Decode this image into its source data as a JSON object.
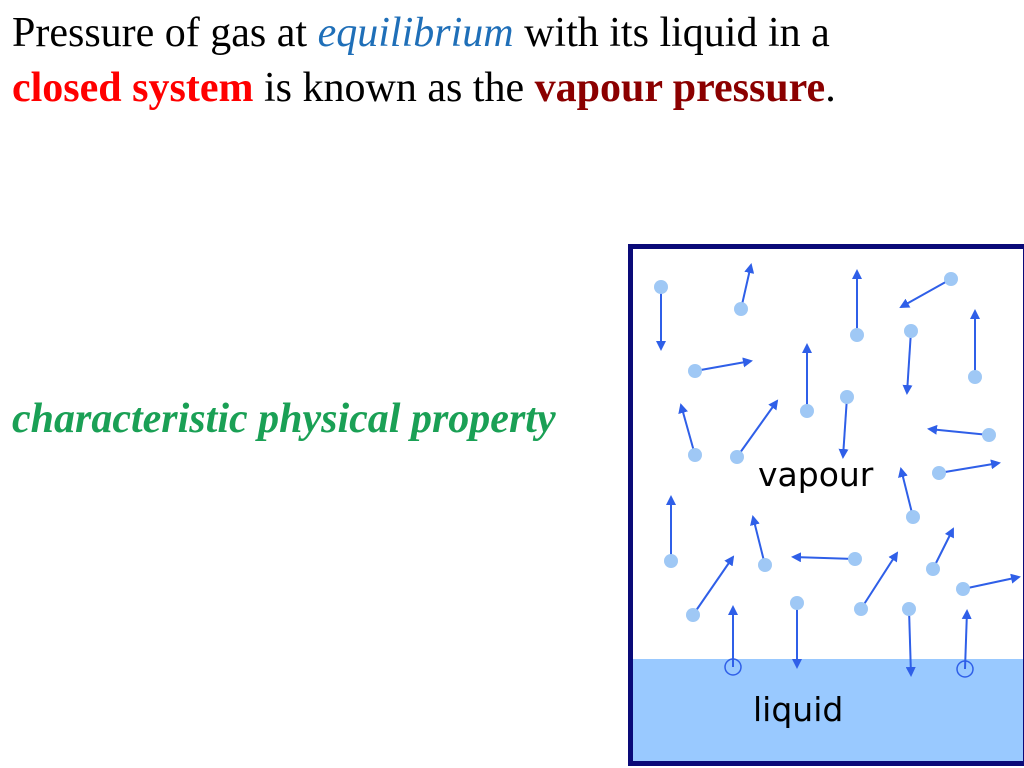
{
  "definition": {
    "part1": "Pressure of gas at ",
    "term_equilibrium": "equilibrium",
    "part2": " with its liquid in a ",
    "term_closed_system": "closed system",
    "part3": " is known as the ",
    "term_vapour_pressure": "vapour pressure",
    "part4": "."
  },
  "side_note": "characteristic physical property",
  "diagram": {
    "vapour_label": "vapour",
    "liquid_label": "liquid"
  },
  "colors": {
    "equilibrium": "#1f6fb8",
    "closed_system": "#ff0000",
    "vapour_pressure": "#8b0000",
    "side_note": "#1aa055",
    "container_border": "#0a0a78",
    "liquid": "#99c9ff",
    "molecule": "#9fc8f5",
    "arrow": "#2f5fe8"
  },
  "icons": {
    "molecule": "filled-circle",
    "surface_molecule": "hollow-circle",
    "motion": "arrow"
  }
}
